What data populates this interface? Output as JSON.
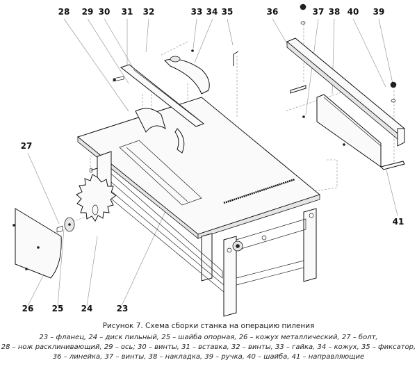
{
  "figure": {
    "caption": "Рисунок 7. Схема сборки станка на операцию пиления",
    "legend_lines": [
      "23 – фланец, 24 – диск пильный, 25 – шайба опорная, 26 – кожух металлический, 27 – болт,",
      "28 – нож расклинивающий, 29 – ось; 30 – винты, 31 – вставка, 32 – винты, 33 – гайка, 34 – кожух, 35 – фиксатор,",
      "36 – линейка, 37 – винты, 38 – накладка, 39 – ручка, 40 – шайба, 41 – направляющие"
    ],
    "parts": [
      {
        "num": "23",
        "name": "фланец"
      },
      {
        "num": "24",
        "name": "диск пильный"
      },
      {
        "num": "25",
        "name": "шайба опорная"
      },
      {
        "num": "26",
        "name": "кожух металлический"
      },
      {
        "num": "27",
        "name": "болт"
      },
      {
        "num": "28",
        "name": "нож расклинивающий"
      },
      {
        "num": "29",
        "name": "ось"
      },
      {
        "num": "30",
        "name": "винты"
      },
      {
        "num": "31",
        "name": "вставка"
      },
      {
        "num": "32",
        "name": "винты"
      },
      {
        "num": "33",
        "name": "гайка"
      },
      {
        "num": "34",
        "name": "кожух"
      },
      {
        "num": "35",
        "name": "фиксатор"
      },
      {
        "num": "36",
        "name": "линейка"
      },
      {
        "num": "37",
        "name": "винты"
      },
      {
        "num": "38",
        "name": "накладка"
      },
      {
        "num": "39",
        "name": "ручка"
      },
      {
        "num": "40",
        "name": "шайба"
      },
      {
        "num": "41",
        "name": "направляющие"
      }
    ],
    "callouts": {
      "c28": "28",
      "c29": "29",
      "c30": "30",
      "c31": "31",
      "c32": "32",
      "c33": "33",
      "c34": "34",
      "c35": "35",
      "c36": "36",
      "c37": "37",
      "c38": "38",
      "c40": "40",
      "c39": "39",
      "c27": "27",
      "c41": "41",
      "c26": "26",
      "c25": "25",
      "c24": "24",
      "c23": "23"
    }
  }
}
